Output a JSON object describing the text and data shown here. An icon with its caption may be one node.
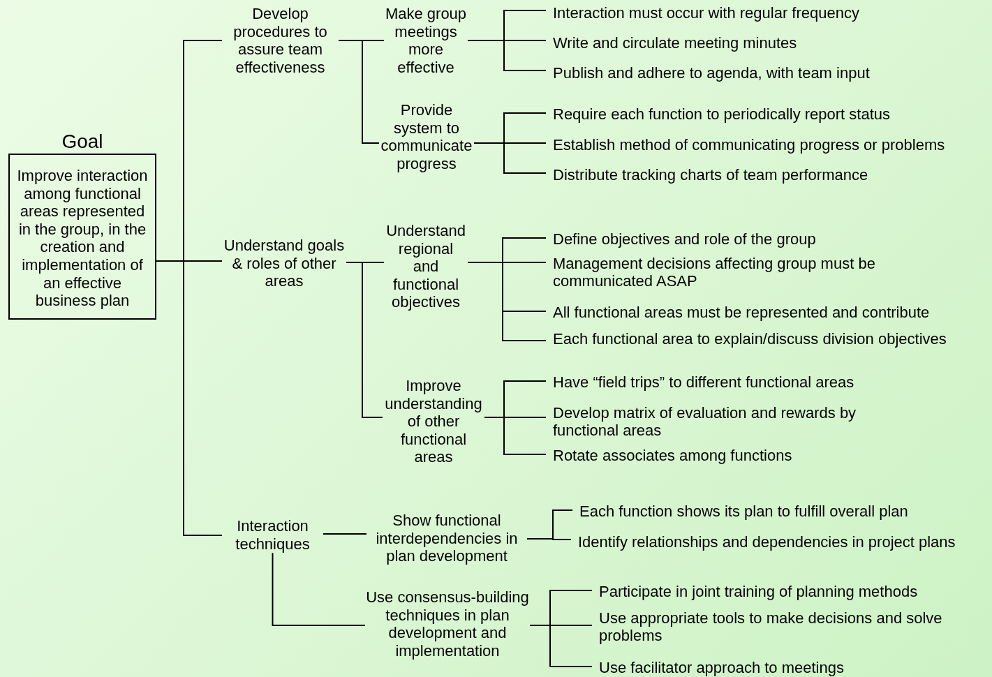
{
  "diagram": {
    "nodes": [
      {
        "text": [
          "Goal",
          "Improve interaction among functional areas represented in the group, in the creation and implementation of an effective business plan"
        ]
      },
      {
        "text": [
          "Develop procedures to assure team effectiveness"
        ]
      },
      {
        "text": [
          "Understand goals & roles of other areas"
        ]
      },
      {
        "text": [
          "Interaction techniques"
        ]
      },
      {
        "text": [
          "Make group meetings more effective"
        ]
      },
      {
        "text": [
          "Provide system to communicate progress"
        ]
      },
      {
        "text": [
          "Understand regional and functional objectives"
        ]
      },
      {
        "text": [
          "Improve understanding of other functional areas"
        ]
      },
      {
        "text": [
          "Show functional interdependencies in plan development"
        ]
      },
      {
        "text": [
          "Use consensus-building techniques in plan development and implementation"
        ]
      },
      {
        "text": [
          "Interaction must occur with regular frequency"
        ]
      },
      {
        "text": [
          "Write and circulate meeting minutes"
        ]
      },
      {
        "text": [
          "Publish and adhere to agenda, with team input"
        ]
      },
      {
        "text": [
          "Require each function to periodically report status"
        ]
      },
      {
        "text": [
          "Establish method of communicating progress or problems"
        ]
      },
      {
        "text": [
          "Distribute tracking charts of team performance"
        ]
      },
      {
        "text": [
          "Define objectives and role of the group"
        ]
      },
      {
        "text": [
          "Management decisions affecting group must be communicated ASAP"
        ]
      },
      {
        "text": [
          "All functional areas must be represented and contribute"
        ]
      },
      {
        "text": [
          "Each functional area to explain/discuss division objectives"
        ]
      },
      {
        "text": [
          "Have “field trips” to different functional areas"
        ]
      },
      {
        "text": [
          "Develop matrix of evaluation and rewards by functional areas"
        ]
      },
      {
        "text": [
          "Rotate associates among functions"
        ]
      },
      {
        "text": [
          "Each function shows its plan to fulfill overall plan"
        ]
      },
      {
        "text": [
          "Identify relationships and dependencies in project plans"
        ]
      },
      {
        "text": [
          "Participate in joint training of planning methods"
        ]
      },
      {
        "text": [
          "Use appropriate tools to make decisions and solve problems"
        ]
      },
      {
        "text": [
          "Use facilitator approach to meetings"
        ]
      }
    ],
    "edges": [
      {
        "from": 0,
        "to": 1,
        "arrow": "none"
      },
      {
        "from": 0,
        "to": 2,
        "arrow": "none"
      },
      {
        "from": 0,
        "to": 3,
        "arrow": "none"
      },
      {
        "from": 1,
        "to": 4,
        "arrow": "none"
      },
      {
        "from": 1,
        "to": 5,
        "arrow": "none"
      },
      {
        "from": 2,
        "to": 6,
        "arrow": "none"
      },
      {
        "from": 2,
        "to": 7,
        "arrow": "none"
      },
      {
        "from": 3,
        "to": 8,
        "arrow": "none"
      },
      {
        "from": 3,
        "to": 9,
        "arrow": "none"
      },
      {
        "from": 4,
        "to": 10,
        "arrow": "none"
      },
      {
        "from": 4,
        "to": 11,
        "arrow": "none"
      },
      {
        "from": 4,
        "to": 12,
        "arrow": "none"
      },
      {
        "from": 5,
        "to": 13,
        "arrow": "none"
      },
      {
        "from": 5,
        "to": 14,
        "arrow": "none"
      },
      {
        "from": 5,
        "to": 15,
        "arrow": "none"
      },
      {
        "from": 6,
        "to": 16,
        "arrow": "none"
      },
      {
        "from": 6,
        "to": 17,
        "arrow": "none"
      },
      {
        "from": 6,
        "to": 18,
        "arrow": "none"
      },
      {
        "from": 6,
        "to": 19,
        "arrow": "none"
      },
      {
        "from": 7,
        "to": 20,
        "arrow": "none"
      },
      {
        "from": 7,
        "to": 21,
        "arrow": "none"
      },
      {
        "from": 7,
        "to": 22,
        "arrow": "none"
      },
      {
        "from": 8,
        "to": 23,
        "arrow": "none"
      },
      {
        "from": 8,
        "to": 24,
        "arrow": "none"
      },
      {
        "from": 9,
        "to": 25,
        "arrow": "none"
      },
      {
        "from": 9,
        "to": 26,
        "arrow": "none"
      },
      {
        "from": 9,
        "to": 27,
        "arrow": "none"
      }
    ]
  }
}
